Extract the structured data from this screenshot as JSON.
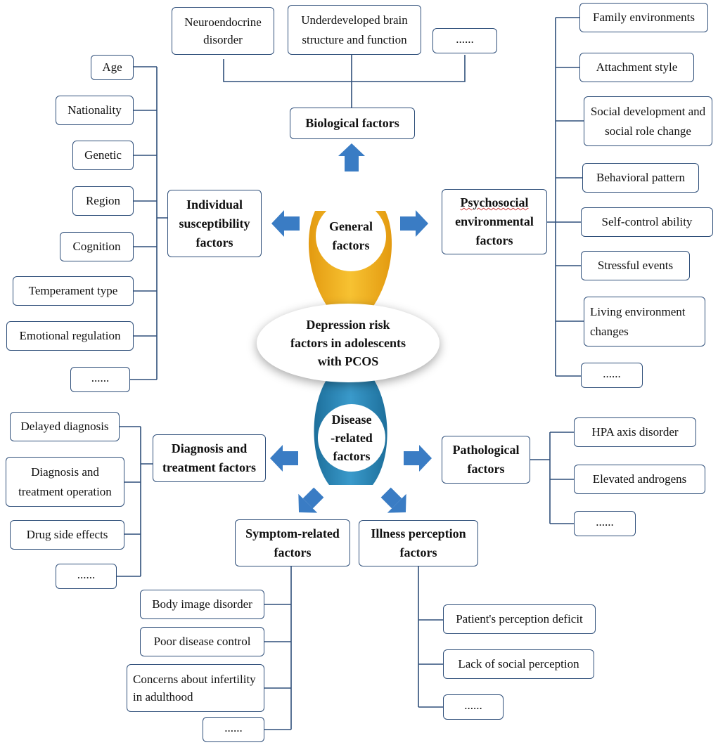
{
  "center": {
    "line1": "Depression risk",
    "line2": "factors in adolescents",
    "line3": "with PCOS"
  },
  "general": {
    "line1": "General",
    "line2": "factors"
  },
  "disease": {
    "line1": "Disease",
    "line2": "-related",
    "line3": "factors"
  },
  "biological": {
    "title": "Biological factors",
    "items": [
      "Neuroendocrine disorder",
      "Underdeveloped brain structure and function",
      "......"
    ]
  },
  "individual": {
    "title1": "Individual",
    "title2": "susceptibility",
    "title3": "factors",
    "items": [
      "Age",
      "Nationality",
      "Genetic",
      "Region",
      "Cognition",
      "Temperament type",
      "Emotional regulation",
      "......"
    ]
  },
  "psychosocial": {
    "title1": "Psychosocial",
    "title2": "environmental",
    "title3": "factors",
    "items": [
      "Family environments",
      "Attachment style",
      "Social development and social role change",
      "Behavioral pattern",
      "Self-control ability",
      "Stressful events",
      "Living environment changes",
      "......"
    ]
  },
  "diagnosis": {
    "title1": "Diagnosis and",
    "title2": "treatment factors",
    "items": [
      "Delayed diagnosis",
      "Diagnosis and treatment operation",
      "Drug side effects",
      "......"
    ]
  },
  "pathological": {
    "title1": "Pathological",
    "title2": "factors",
    "items": [
      "HPA axis disorder",
      "Elevated androgens",
      "......"
    ]
  },
  "symptom": {
    "title1": "Symptom-related",
    "title2": "factors",
    "items": [
      "Body image disorder",
      "Poor disease control",
      "Concerns about infertility in adulthood",
      "......"
    ]
  },
  "illness": {
    "title1": "Illness perception",
    "title2": "factors",
    "items": [
      "Patient's perception deficit",
      "Lack of social perception",
      "......"
    ]
  },
  "colors": {
    "line": "#2f4f7a",
    "arrow": "#3a7cc4",
    "gold": "#f0b323",
    "teal": "#2b8ab8"
  }
}
